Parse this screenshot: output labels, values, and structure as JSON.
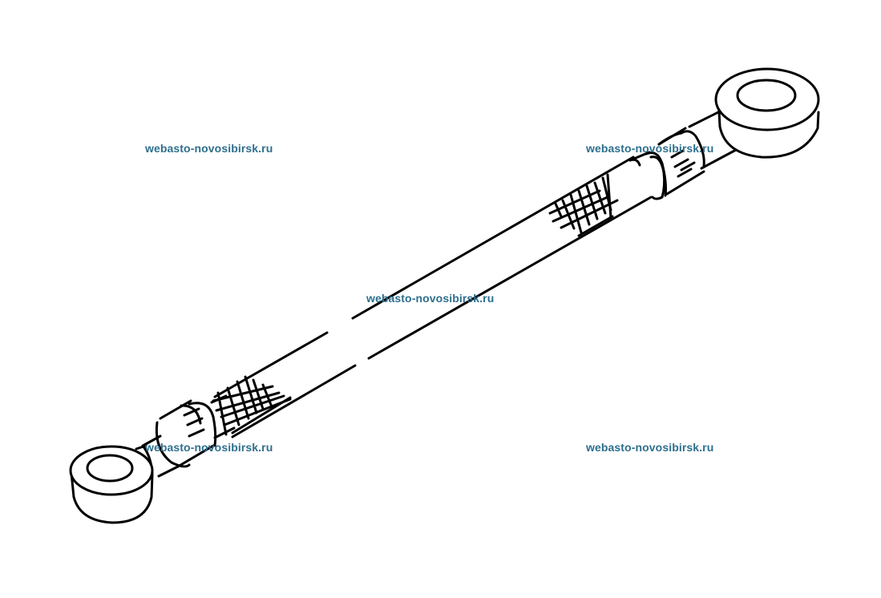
{
  "watermarks": [
    "webasto-novosibirsk.ru",
    "webasto-novosibirsk.ru",
    "webasto-novosibirsk.ru",
    "webasto-novosibirsk.ru",
    "webasto-novosibirsk.ru"
  ],
  "colors": {
    "background": "#ffffff",
    "line": "#000000",
    "watermark": "#2e6f8e"
  },
  "figure": {
    "subject": "hose-with-banjo-fittings-icon"
  }
}
